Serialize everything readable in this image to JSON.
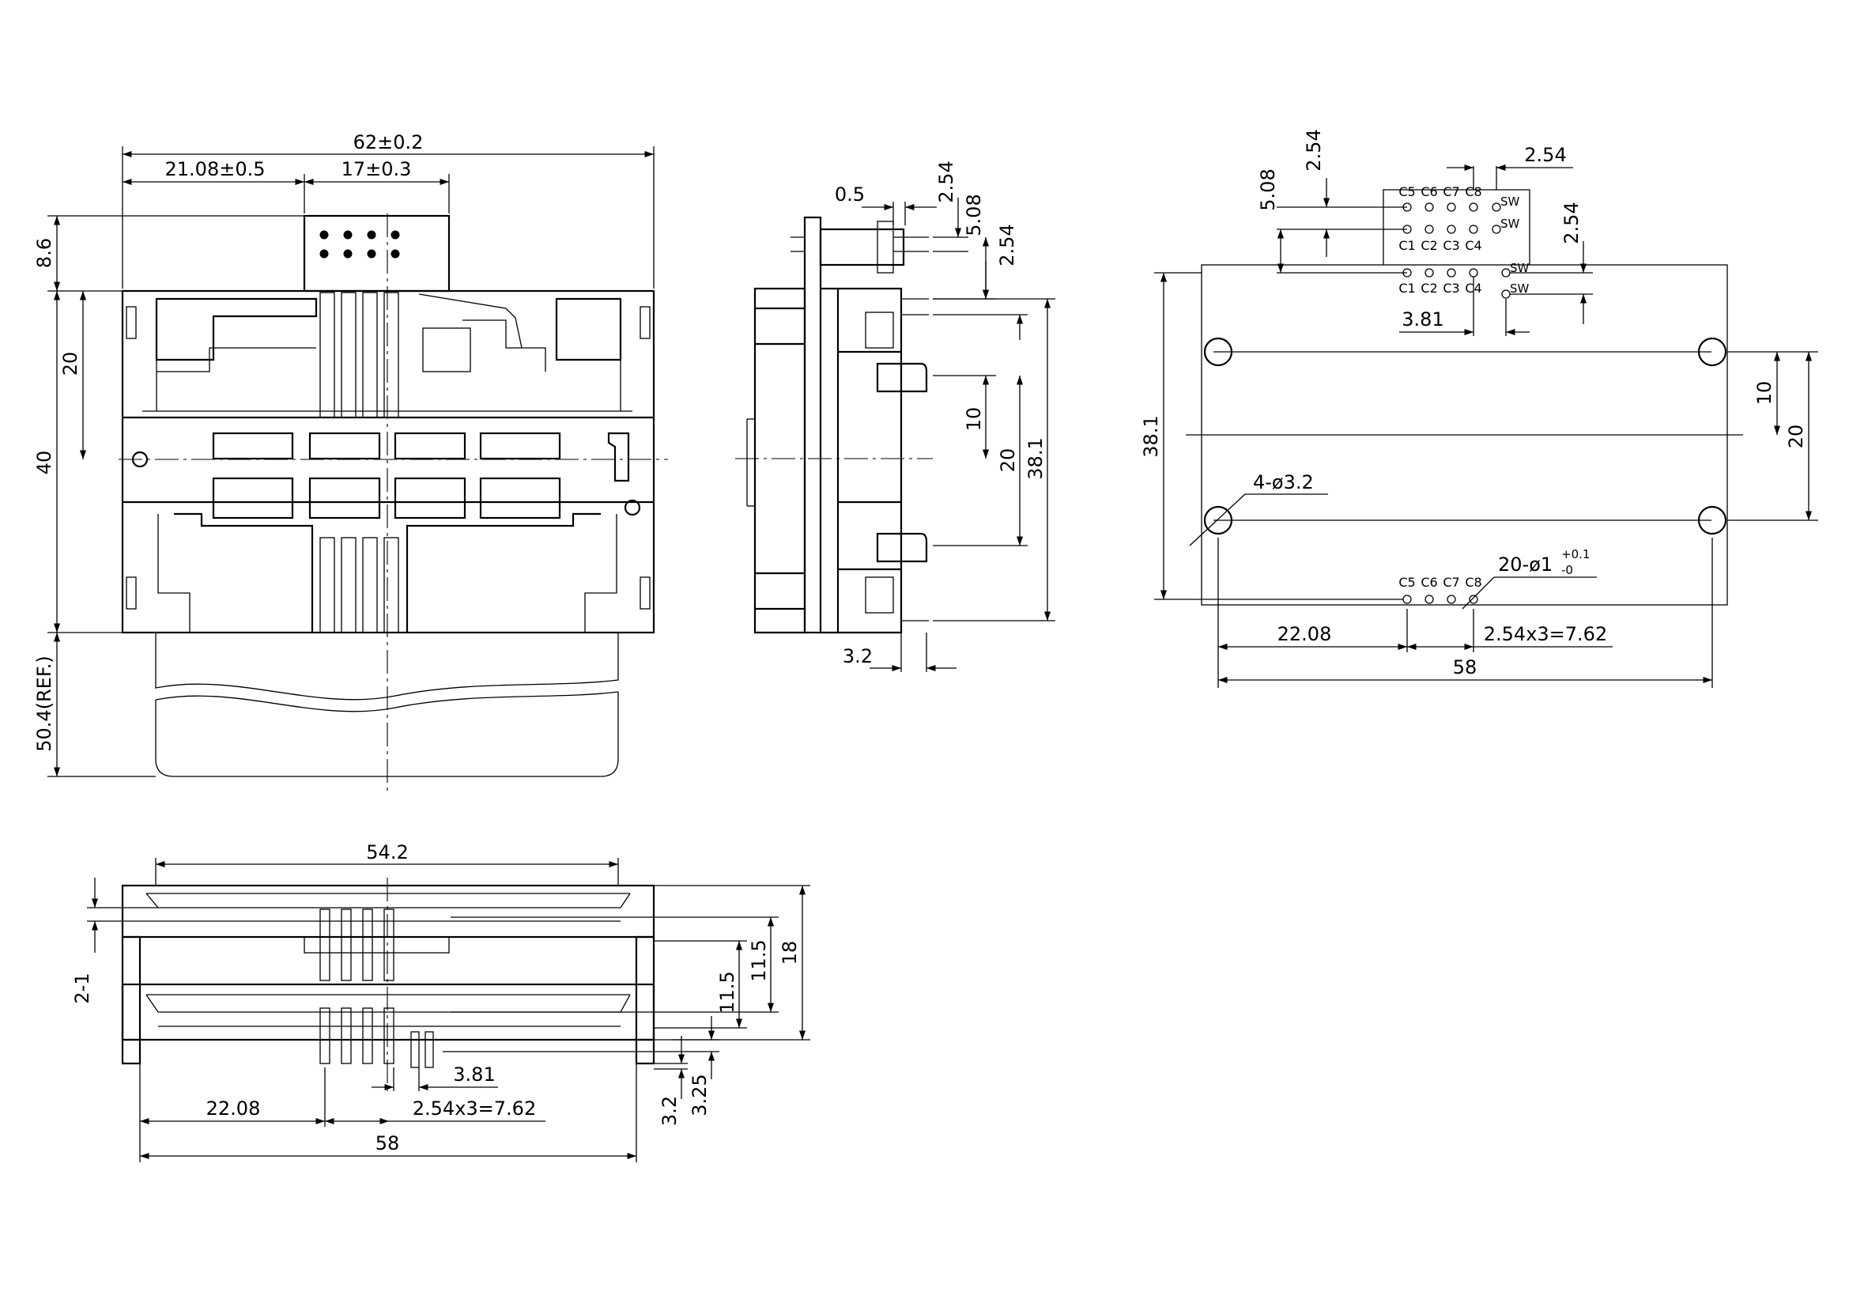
{
  "colors": {
    "ink": "#000000",
    "paper": "#ffffff"
  },
  "front_view": {
    "dims": {
      "width_total": "62±0.2",
      "offset_left": "21.08±0.5",
      "contact_width": "17±0.3",
      "top_offset": "8.6",
      "contact_depth": "20",
      "body_height": "40",
      "card_ref": "50.4(REF.)"
    }
  },
  "side_view": {
    "dims": {
      "pin_offset": "0.5",
      "pitch_top": "2.54",
      "row_gap": "5.08",
      "pitch_mid": "2.54",
      "peg_spacing": "10",
      "peg_outer": "20",
      "height": "38.1",
      "stand": "3.2"
    }
  },
  "pcb_layout": {
    "dims": {
      "top_row_gap": "5.08",
      "top_pitch": "2.54",
      "col_pitch": "2.54",
      "sw_pitch": "2.54",
      "sw_offset": "3.81",
      "height": "38.1",
      "hole_spacing_inner": "10",
      "hole_spacing_outer": "20",
      "mount_holes": "4-ø3.2",
      "pin_holes": "20-ø1",
      "pin_tol_plus": "+0.1",
      "pin_tol_minus": "-0",
      "left_offset": "22.08",
      "pin_span": "2.54x3=7.62",
      "width": "58"
    },
    "pin_labels": {
      "top_row_upper": [
        "C5",
        "C6",
        "C7",
        "C8"
      ],
      "top_row_lower": [
        "C1",
        "C2",
        "C3",
        "C4"
      ],
      "mid_row": [
        "C1",
        "C2",
        "C3",
        "C4"
      ],
      "bottom_row": [
        "C5",
        "C6",
        "C7",
        "C8"
      ],
      "switch": "SW"
    }
  },
  "bottom_view": {
    "dims": {
      "width_top": "54.2",
      "left_gap": "2-1",
      "height_inner": "11.5",
      "height_outer": "11.5",
      "height_total": "18",
      "pin_offset": "3.81",
      "left_offset": "22.08",
      "pin_span": "2.54x3=7.62",
      "width": "58",
      "stand_a": "3.2",
      "stand_b": "3.25"
    }
  }
}
